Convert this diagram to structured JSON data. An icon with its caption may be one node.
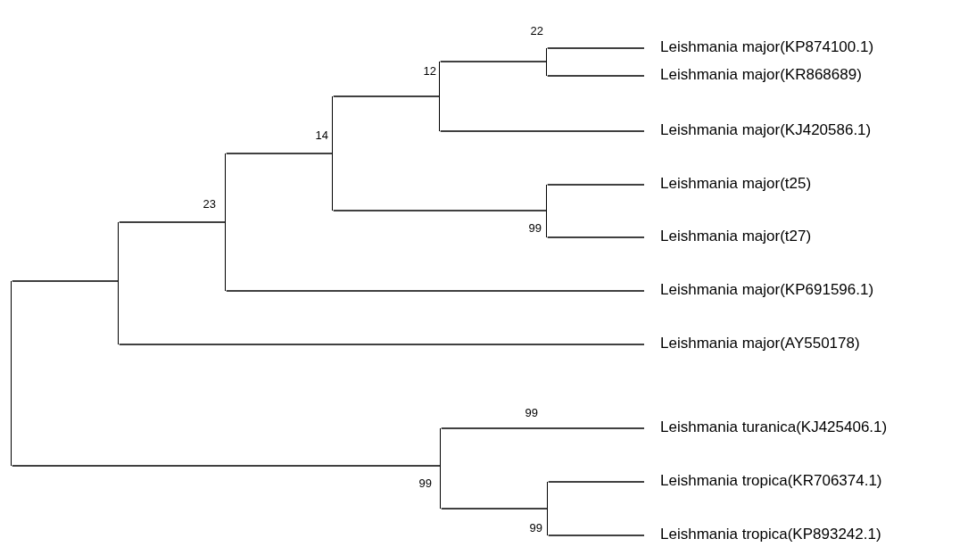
{
  "diagram": {
    "nodes": [
      {
        "text": [],
        "shape": "bar"
      },
      {
        "text": [],
        "shape": "bar"
      },
      {
        "text": [],
        "shape": "bar",
        "beside": [
          "23"
        ]
      },
      {
        "text": [],
        "shape": "bar",
        "beside": [
          "14"
        ]
      },
      {
        "text": [],
        "shape": "bar",
        "beside": [
          "12"
        ]
      },
      {
        "text": [],
        "shape": "bar",
        "beside": [
          "22"
        ]
      },
      {
        "text": [
          "Leishmania major(KP874100.1)"
        ]
      },
      {
        "text": [
          "Leishmania major(KR868689)"
        ]
      },
      {
        "text": [
          "Leishmania major(KJ420586.1)"
        ]
      },
      {
        "text": [],
        "shape": "bar",
        "beside": [
          "99"
        ]
      },
      {
        "text": [
          "Leishmania major(t25)"
        ]
      },
      {
        "text": [
          "Leishmania major(t27)"
        ]
      },
      {
        "text": [
          "Leishmania major(KP691596.1)"
        ]
      },
      {
        "text": [
          "Leishmania major(AY550178)"
        ]
      },
      {
        "text": [],
        "shape": "bar",
        "beside": [
          "99"
        ]
      },
      {
        "text": [
          "Leishmania turanica(KJ425406.1)"
        ]
      },
      {
        "text": [],
        "shape": "bar",
        "beside": [
          "99"
        ]
      },
      {
        "text": [
          "Leishmania tropica(KR706374.1)"
        ]
      },
      {
        "text": [
          "Leishmania tropica(KP893242.1)"
        ]
      }
    ],
    "edges": [
      {
        "from": 0,
        "to": 1,
        "arrow": "none"
      },
      {
        "from": 1,
        "to": 2,
        "arrow": "none"
      },
      {
        "from": 2,
        "to": 3,
        "arrow": "none"
      },
      {
        "from": 3,
        "to": 4,
        "arrow": "none"
      },
      {
        "from": 4,
        "to": 5,
        "arrow": "none"
      },
      {
        "from": 5,
        "to": 6,
        "arrow": "none"
      },
      {
        "from": 5,
        "to": 7,
        "arrow": "none"
      },
      {
        "from": 4,
        "to": 8,
        "arrow": "none"
      },
      {
        "from": 3,
        "to": 9,
        "arrow": "none"
      },
      {
        "from": 9,
        "to": 10,
        "arrow": "none"
      },
      {
        "from": 9,
        "to": 11,
        "arrow": "none"
      },
      {
        "from": 2,
        "to": 12,
        "arrow": "none"
      },
      {
        "from": 1,
        "to": 13,
        "arrow": "none"
      },
      {
        "from": 0,
        "to": 14,
        "arrow": "none"
      },
      {
        "from": 14,
        "to": 15,
        "arrow": "none"
      },
      {
        "from": 14,
        "to": 16,
        "arrow": "none"
      },
      {
        "from": 16,
        "to": 17,
        "arrow": "none"
      },
      {
        "from": 16,
        "to": 18,
        "arrow": "none"
      }
    ],
    "labels": [
      "99"
    ]
  }
}
